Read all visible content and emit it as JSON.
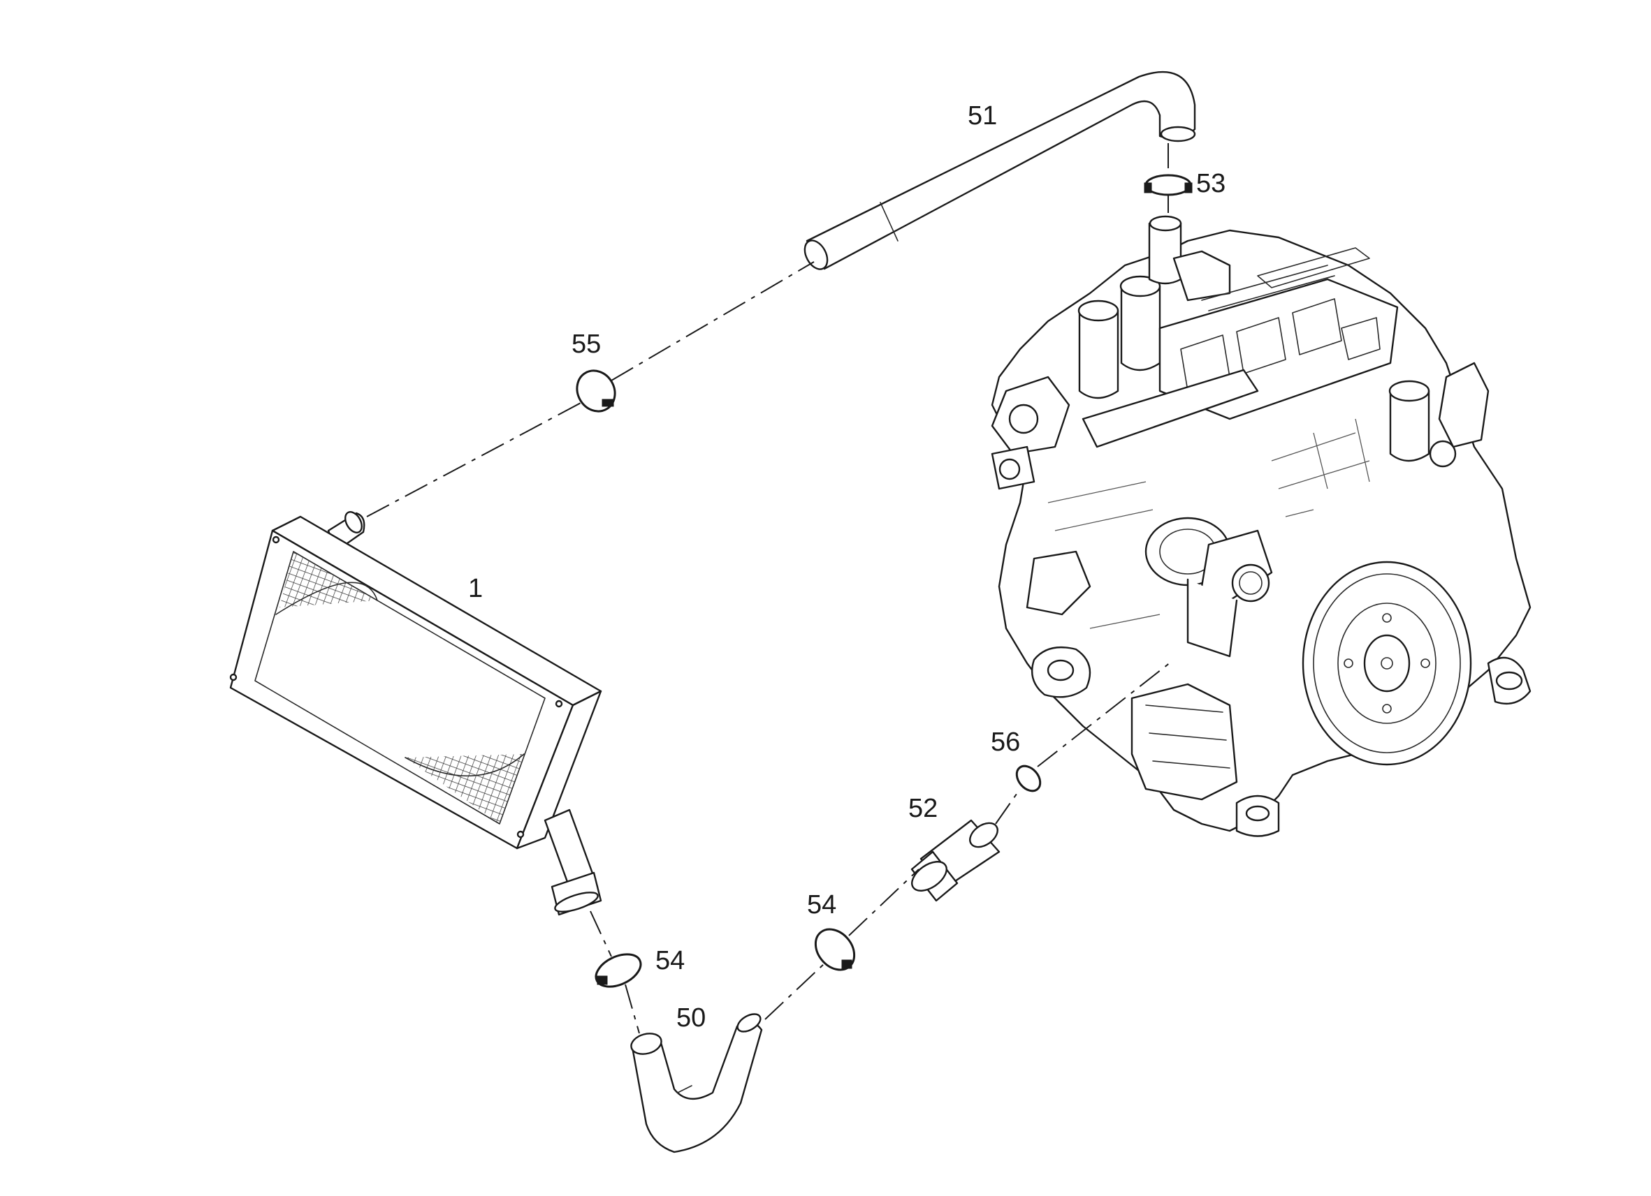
{
  "diagram": {
    "callouts": {
      "c1": "1",
      "c50": "50",
      "c51": "51",
      "c52": "52",
      "c53": "53",
      "c54a": "54",
      "c54b": "54",
      "c55": "55",
      "c56": "56"
    },
    "line_color": "#1a1a1a",
    "background": "#ffffff"
  }
}
